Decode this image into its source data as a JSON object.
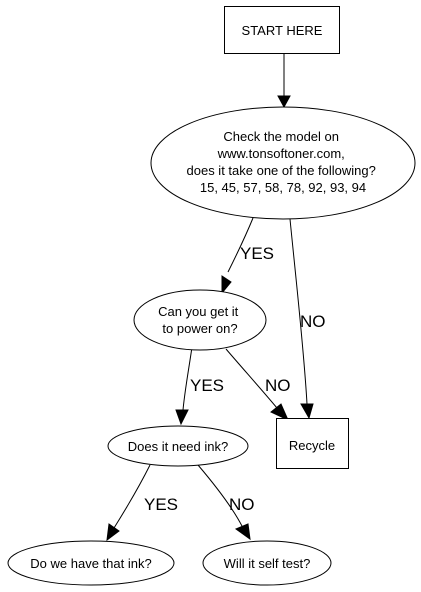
{
  "diagram": {
    "type": "flowchart",
    "nodes": {
      "start": {
        "shape": "box",
        "lines": [
          "START HERE"
        ]
      },
      "check_model": {
        "shape": "ellipse",
        "lines": [
          "Check the model on",
          "www.tonsoftoner.com,",
          "does it take one of the following?",
          "15, 45, 57, 58, 78, 92, 93, 94"
        ]
      },
      "power_on": {
        "shape": "ellipse",
        "lines": [
          "Can you get it",
          "to power on?"
        ]
      },
      "recycle": {
        "shape": "box",
        "lines": [
          "Recycle"
        ]
      },
      "need_ink": {
        "shape": "ellipse",
        "lines": [
          "Does it need ink?"
        ]
      },
      "have_ink": {
        "shape": "ellipse",
        "lines": [
          "Do we have that ink?"
        ]
      },
      "self_test": {
        "shape": "ellipse",
        "lines": [
          "Will it self test?"
        ]
      }
    },
    "edges": [
      {
        "id": "start_to_check",
        "from": "start",
        "to": "check_model",
        "label": ""
      },
      {
        "id": "check_yes",
        "from": "check_model",
        "to": "power_on",
        "label": "YES"
      },
      {
        "id": "check_no",
        "from": "check_model",
        "to": "recycle",
        "label": "NO"
      },
      {
        "id": "power_yes",
        "from": "power_on",
        "to": "need_ink",
        "label": "YES"
      },
      {
        "id": "power_no",
        "from": "power_on",
        "to": "recycle",
        "label": "NO"
      },
      {
        "id": "ink_yes",
        "from": "need_ink",
        "to": "have_ink",
        "label": "YES"
      },
      {
        "id": "ink_no",
        "from": "need_ink",
        "to": "self_test",
        "label": "NO"
      }
    ]
  }
}
